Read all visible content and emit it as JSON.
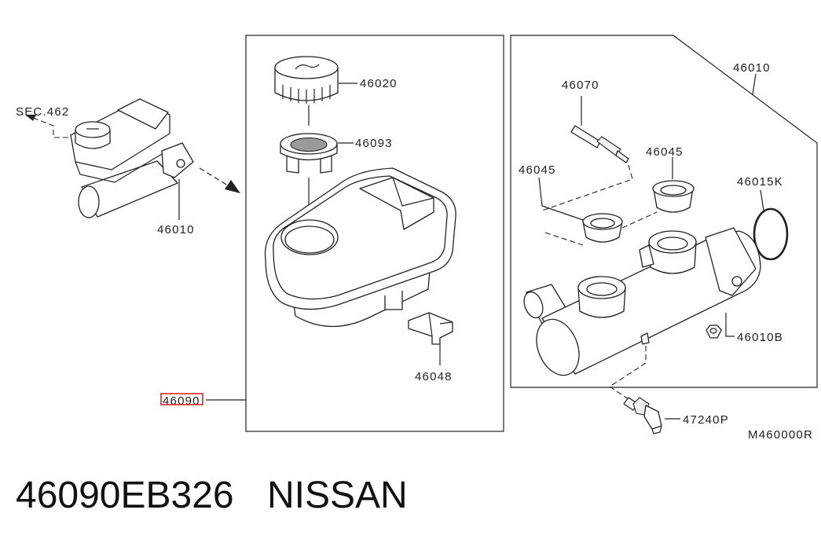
{
  "labels": {
    "sec": "SEC.462",
    "p46010_left": "46010",
    "p46020": "46020",
    "p46093": "46093",
    "p46048": "46048",
    "p46090": "46090",
    "p46070": "46070",
    "p46010_right": "46010",
    "p46045_a": "46045",
    "p46045_b": "46045",
    "p46015k": "46015K",
    "p46010b": "46010B",
    "p47240p": "47240P",
    "diagram_code": "M460000R"
  },
  "footer": {
    "part_number": "46090EB326",
    "brand": "NISSAN"
  },
  "colors": {
    "highlight": "#e0262b",
    "line": "#222222"
  }
}
